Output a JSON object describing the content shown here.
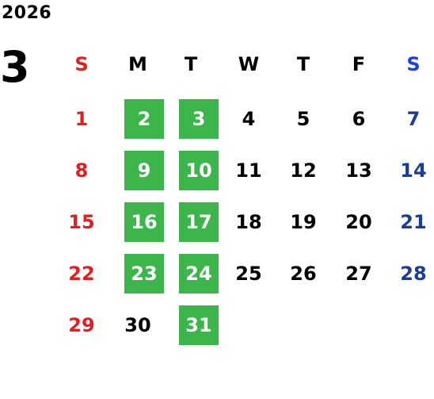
{
  "calendar": {
    "year": "2026",
    "month": "3",
    "colors": {
      "sunday": "#e02020",
      "saturday_header": "#1f3ee0",
      "saturday": "#1c3d96",
      "weekday": "#000000",
      "highlight_bg": "#3cb54a",
      "highlight_text": "#ffffff"
    },
    "weekdays": [
      "S",
      "M",
      "T",
      "W",
      "T",
      "F",
      "S"
    ],
    "weeks": [
      [
        "1",
        "2",
        "3",
        "4",
        "5",
        "6",
        "7"
      ],
      [
        "8",
        "9",
        "10",
        "11",
        "12",
        "13",
        "14"
      ],
      [
        "15",
        "16",
        "17",
        "18",
        "19",
        "20",
        "21"
      ],
      [
        "22",
        "23",
        "24",
        "25",
        "26",
        "27",
        "28"
      ],
      [
        "29",
        "30",
        "31",
        "",
        "",
        "",
        ""
      ]
    ],
    "highlighted_days": [
      "2",
      "3",
      "9",
      "10",
      "16",
      "17",
      "23",
      "24",
      "31"
    ]
  }
}
